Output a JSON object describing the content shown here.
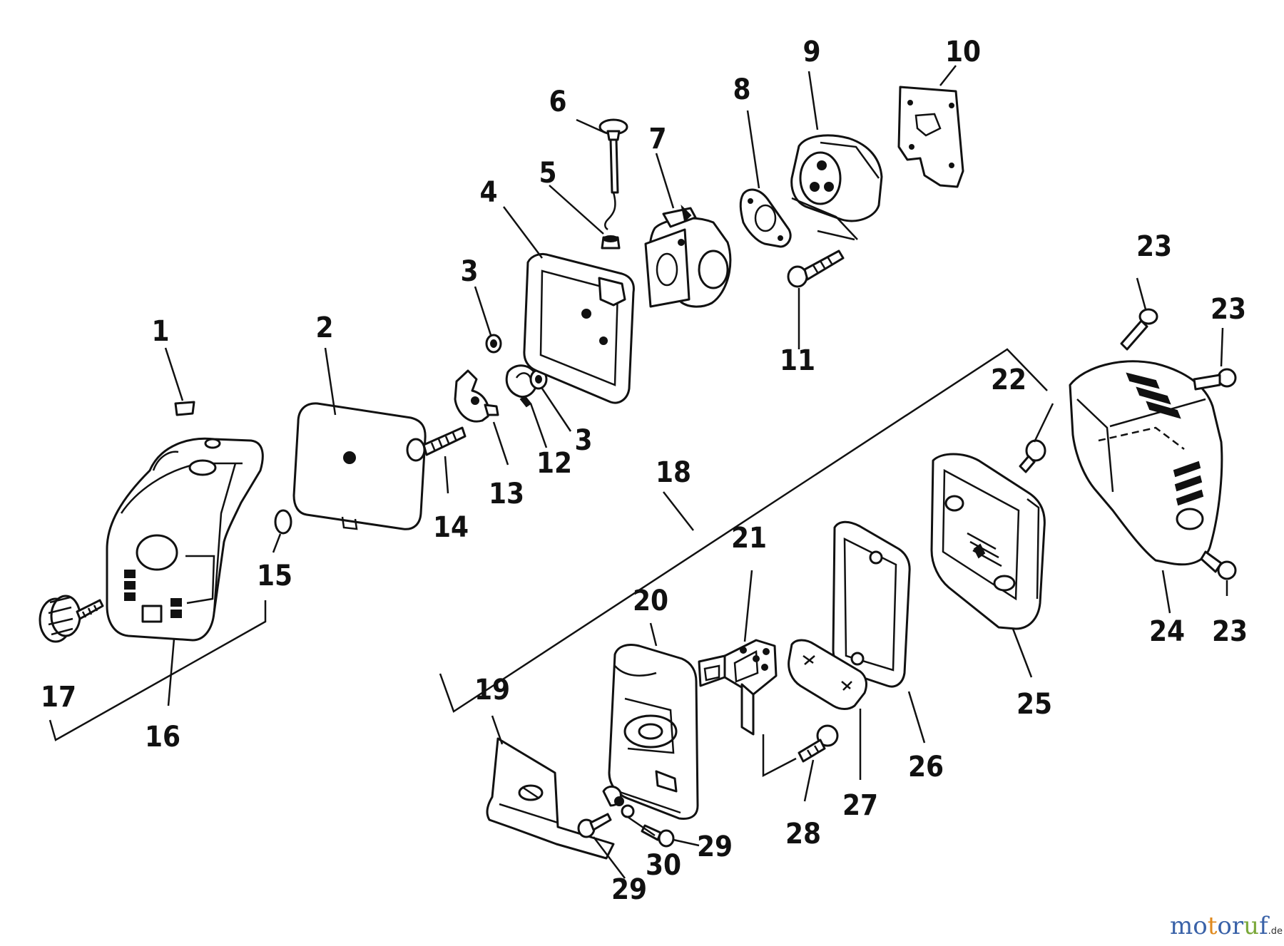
{
  "diagram": {
    "callouts": [
      {
        "id": "c1",
        "label": "1"
      },
      {
        "id": "c2",
        "label": "2"
      },
      {
        "id": "c3a",
        "label": "3"
      },
      {
        "id": "c3b",
        "label": "3"
      },
      {
        "id": "c4",
        "label": "4"
      },
      {
        "id": "c5",
        "label": "5"
      },
      {
        "id": "c6",
        "label": "6"
      },
      {
        "id": "c7",
        "label": "7"
      },
      {
        "id": "c8",
        "label": "8"
      },
      {
        "id": "c9",
        "label": "9"
      },
      {
        "id": "c10",
        "label": "10"
      },
      {
        "id": "c11",
        "label": "11"
      },
      {
        "id": "c12",
        "label": "12"
      },
      {
        "id": "c13",
        "label": "13"
      },
      {
        "id": "c14",
        "label": "14"
      },
      {
        "id": "c15",
        "label": "15"
      },
      {
        "id": "c16",
        "label": "16"
      },
      {
        "id": "c17",
        "label": "17"
      },
      {
        "id": "c18",
        "label": "18"
      },
      {
        "id": "c19",
        "label": "19"
      },
      {
        "id": "c20",
        "label": "20"
      },
      {
        "id": "c21",
        "label": "21"
      },
      {
        "id": "c22",
        "label": "22"
      },
      {
        "id": "c23a",
        "label": "23"
      },
      {
        "id": "c23b",
        "label": "23"
      },
      {
        "id": "c23c",
        "label": "23"
      },
      {
        "id": "c24",
        "label": "24"
      },
      {
        "id": "c25",
        "label": "25"
      },
      {
        "id": "c26",
        "label": "26"
      },
      {
        "id": "c27",
        "label": "27"
      },
      {
        "id": "c28",
        "label": "28"
      },
      {
        "id": "c29a",
        "label": "29"
      },
      {
        "id": "c29b",
        "label": "29"
      },
      {
        "id": "c30",
        "label": "30"
      }
    ]
  },
  "watermark": {
    "letters": [
      "m",
      "o",
      "t",
      "o",
      "r",
      "u",
      "f"
    ],
    "letter_colors": [
      "#3a62a8",
      "#3a62a8",
      "#e08a1e",
      "#3a62a8",
      "#3a62a8",
      "#7aa83a",
      "#3a62a8"
    ],
    "suffix": ".de"
  }
}
